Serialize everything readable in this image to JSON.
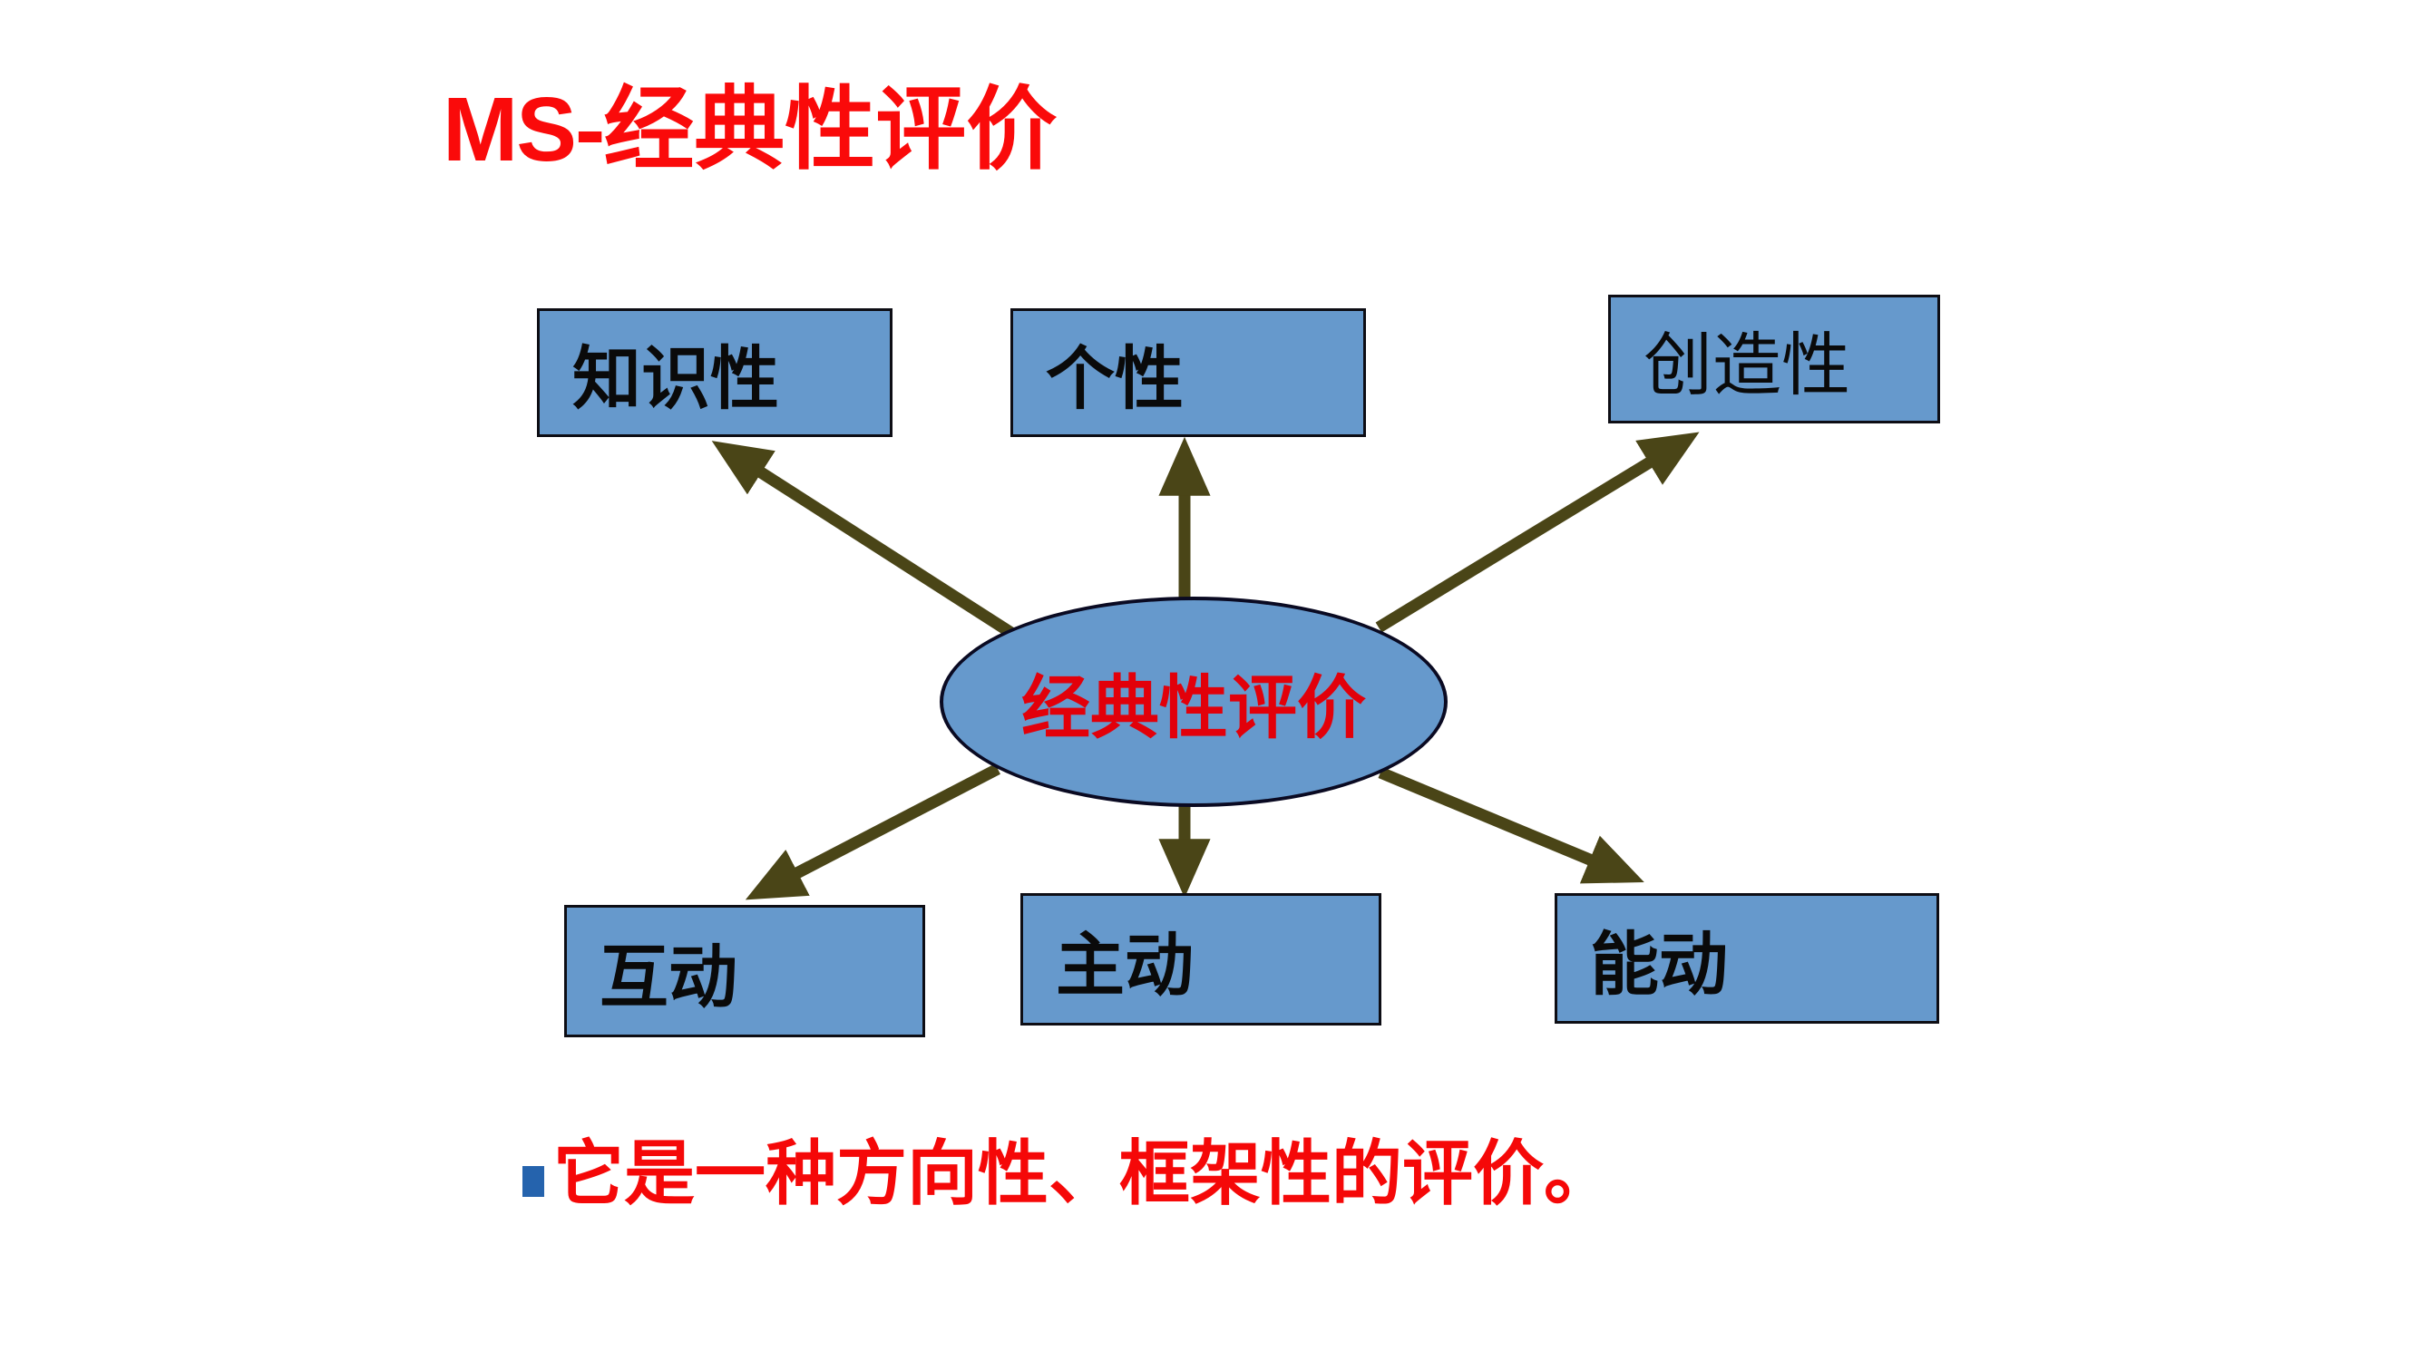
{
  "slide": {
    "title": {
      "prefix": "MS-",
      "main": "经典性评价"
    },
    "diagram": {
      "center": {
        "label": "经典性评价"
      },
      "nodes": [
        {
          "id": "zhishixing",
          "label": "知识性"
        },
        {
          "id": "gexing",
          "label": "个性"
        },
        {
          "id": "chuangzaoxing",
          "label": "创造性"
        },
        {
          "id": "hudong",
          "label": "互动"
        },
        {
          "id": "zhudong",
          "label": "主动"
        },
        {
          "id": "nengdong",
          "label": "能动"
        }
      ],
      "arrows": [
        {
          "from": "center",
          "to": "zhishixing"
        },
        {
          "from": "center",
          "to": "gexing"
        },
        {
          "from": "center",
          "to": "chuangzaoxing"
        },
        {
          "from": "center",
          "to": "hudong"
        },
        {
          "from": "center",
          "to": "zhudong"
        },
        {
          "from": "center",
          "to": "nengdong"
        }
      ]
    },
    "bullet": {
      "text": "它是一种方向性、框架性的评价。"
    }
  },
  "colors": {
    "title_red": "#fa0a0a",
    "center_text_red": "#e2000a",
    "bullet_red": "#f50808",
    "node_fill": "#6699cc",
    "node_border": "#0d0d14",
    "arrow_olive": "#4a4517",
    "bullet_marker_blue": "#2563ad"
  }
}
